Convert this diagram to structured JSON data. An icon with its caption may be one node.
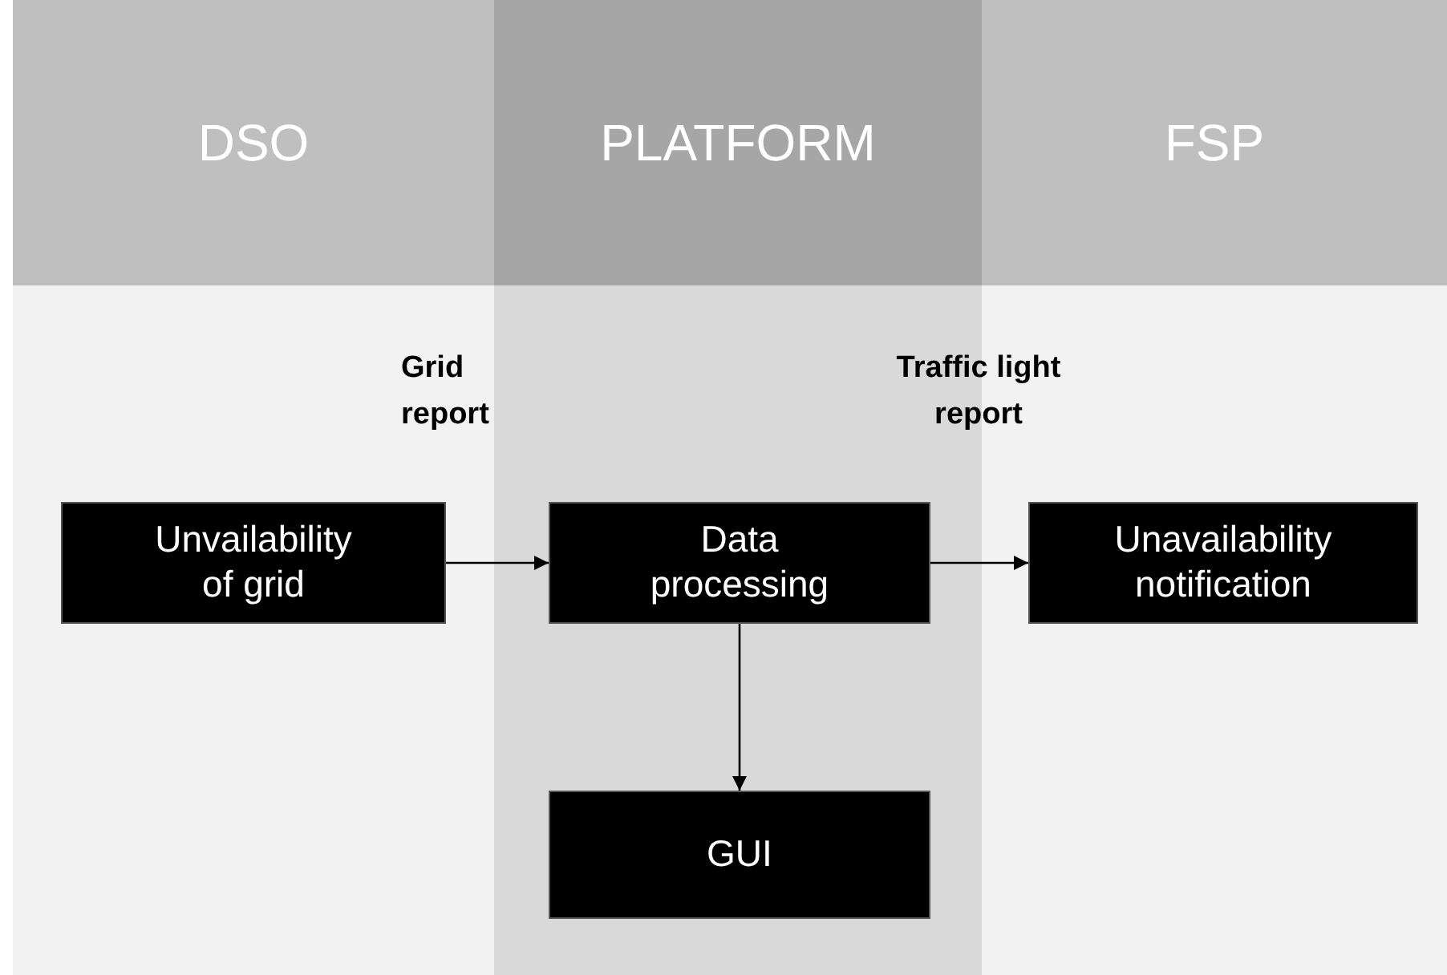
{
  "diagram": {
    "nodes": [
      {
        "text": [
          "DSO"
        ]
      },
      {
        "text": [
          "PLATFORM"
        ]
      },
      {
        "text": [
          "FSP"
        ]
      },
      {
        "text": [
          "Unvailability of grid"
        ],
        "in": 0
      },
      {
        "text": [
          "Data processing"
        ],
        "in": 1
      },
      {
        "text": [
          "Unavailability notification"
        ],
        "in": 2
      },
      {
        "text": [
          "GUI"
        ],
        "in": 1
      }
    ],
    "edges": [
      {
        "from": 3,
        "to": 4,
        "arrow": "to",
        "label": "Grid report"
      },
      {
        "from": 4,
        "to": 5,
        "arrow": "to",
        "label": "Traffic light report"
      },
      {
        "from": 4,
        "to": 6,
        "arrow": "to"
      }
    ]
  }
}
